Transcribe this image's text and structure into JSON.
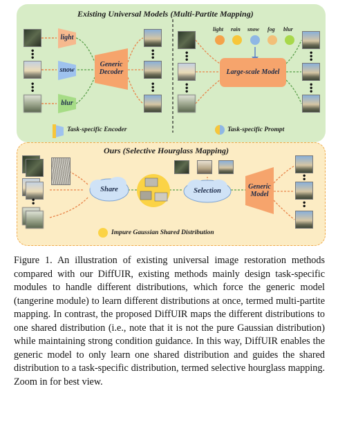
{
  "figure": {
    "top_title": "Existing Universal Models (Multi-Partite Mapping)",
    "bottom_title": "Ours (Selective Hourglass Mapping)",
    "encoders": [
      "light",
      "snow",
      "blur"
    ],
    "generic_decoder": "Generic Decoder",
    "prompts": [
      "light",
      "rain",
      "snow",
      "fog",
      "blur"
    ],
    "prompt_colors": [
      "#f4a24a",
      "#f7c63a",
      "#8fb7e4",
      "#f2c079",
      "#a8d84b"
    ],
    "large_model": "Large-scale Model",
    "legend_encoder": "Task-specific Encoder",
    "legend_prompt": "Task-specific Prompt",
    "share": "Share",
    "selection": "Selection",
    "generic_model": "Generic Model",
    "legend_gaussian": "Impure Gaussian Shared Distribution",
    "colors": {
      "top_panel": "#d7ecc6",
      "bottom_panel": "#fcecc4",
      "tangerine": "#f6a46c",
      "cloud": "#cfe2f6",
      "gaussian": "#fbd346"
    }
  },
  "caption": {
    "label": "Figure 1.",
    "text": "An illustration of existing universal image restoration methods compared with our DiffUIR, existing methods mainly design task-specific modules to handle different distributions, which force the generic model (tangerine module) to learn different distributions at once, termed multi-partite mapping. In contrast, the proposed DiffUIR maps the different distributions to one shared distribution (i.e., note that it is not the pure Gaussian distribution) while maintaining strong condition guidance. In this way, DiffUIR enables the generic model to only learn one shared distribution and guides the shared distribution to a task-specific distribution, termed selective hourglass mapping. Zoom in for best view."
  }
}
